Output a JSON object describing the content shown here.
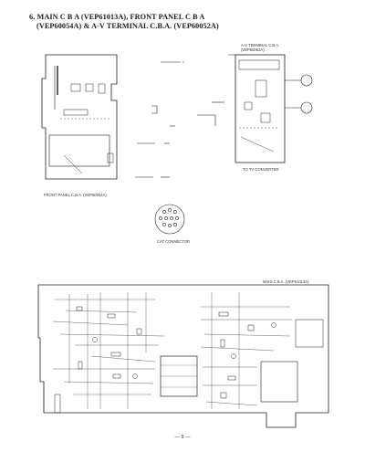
{
  "header": {
    "line1": "6. MAIN C B A  (VEP61013A), FRONT PANEL C B A",
    "line2": "(VEP60054A) & A-V TERMINAL C.B.A. (VEP60052A)"
  },
  "labels": {
    "av_board": "A-V TERMINAL C.B.A.",
    "av_board_num": "(VEP60052A)",
    "to_converter": "TO TV CONVERTER",
    "front_panel": "FRONT PANEL C.B.A. (VEP60054A)",
    "cat_connector": "CAT CONNECTOR",
    "main_board": "MAIN C.B.A. (VEP61013A)"
  },
  "footer": {
    "page_number": "— 9 —"
  }
}
